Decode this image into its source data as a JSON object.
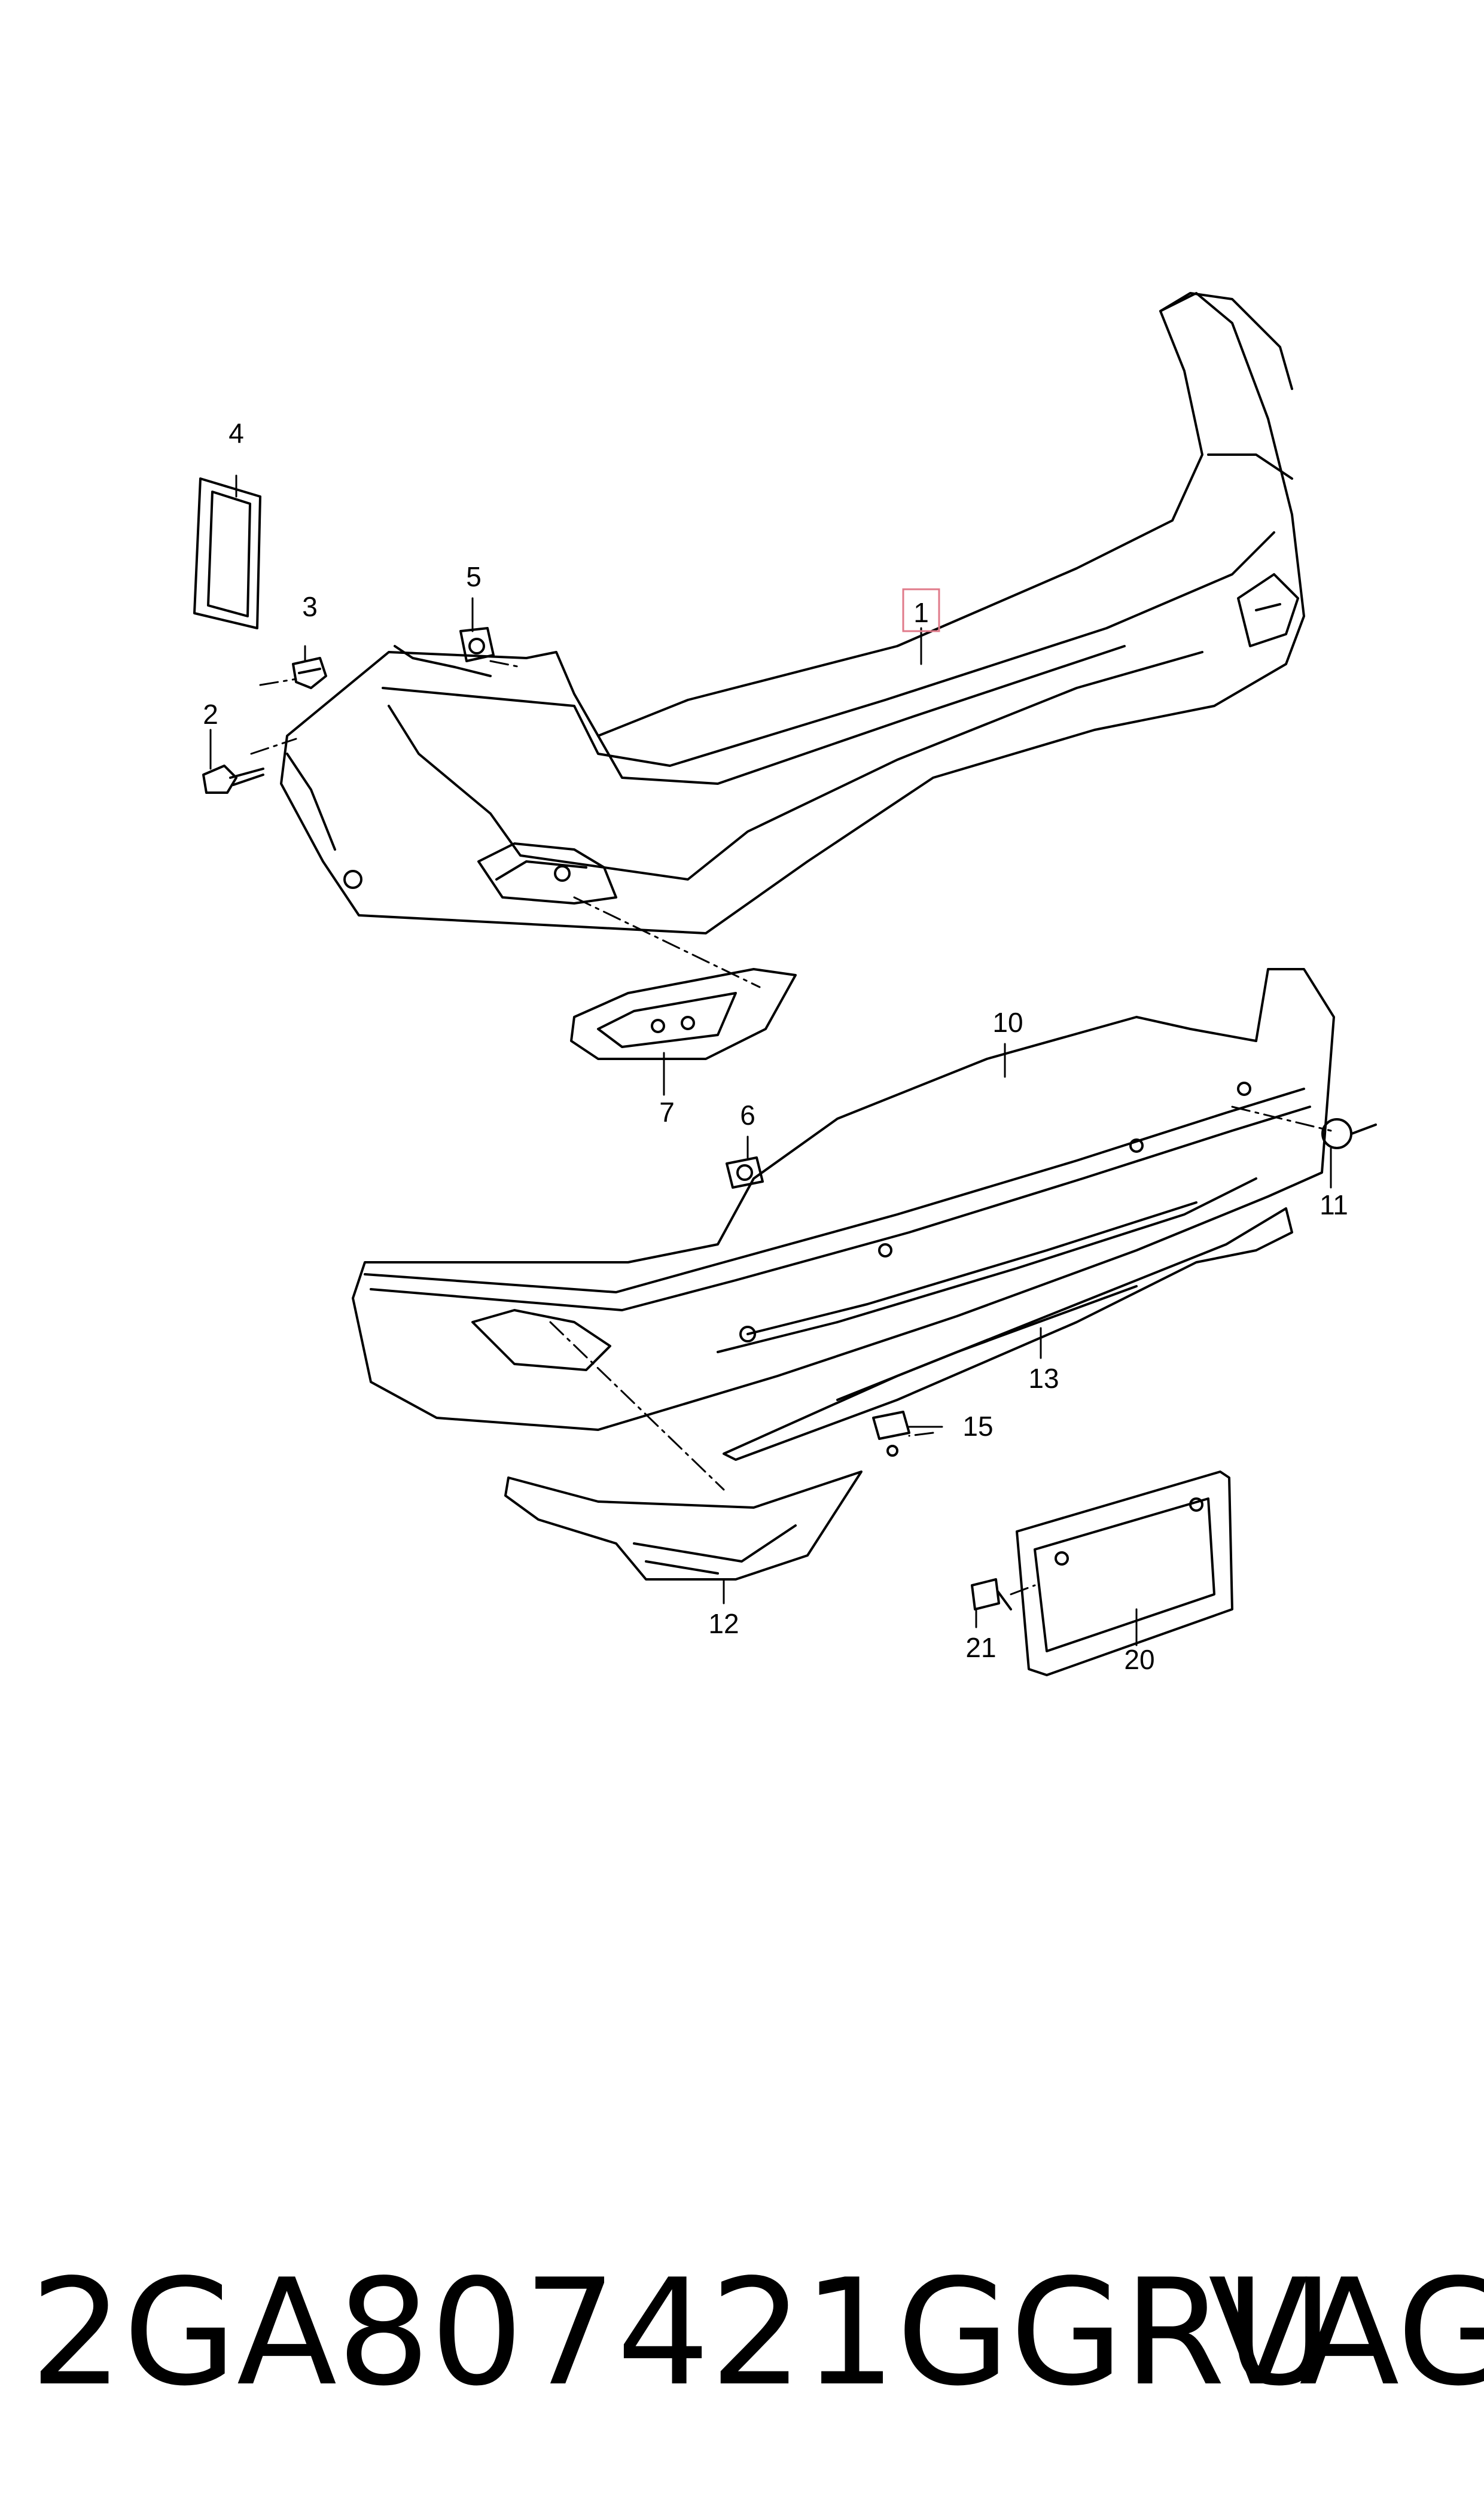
{
  "callouts": {
    "c1": "1",
    "c2": "2",
    "c3": "3",
    "c4": "4",
    "c5": "5",
    "c6": "6",
    "c7": "7",
    "c10": "10",
    "c11": "11",
    "c12": "12",
    "c13": "13",
    "c15": "15",
    "c20": "20",
    "c21": "21"
  },
  "highlight_color": "#e07a8a",
  "footer": {
    "part_number": "2GA807421GGRU",
    "brand": "VAG"
  }
}
